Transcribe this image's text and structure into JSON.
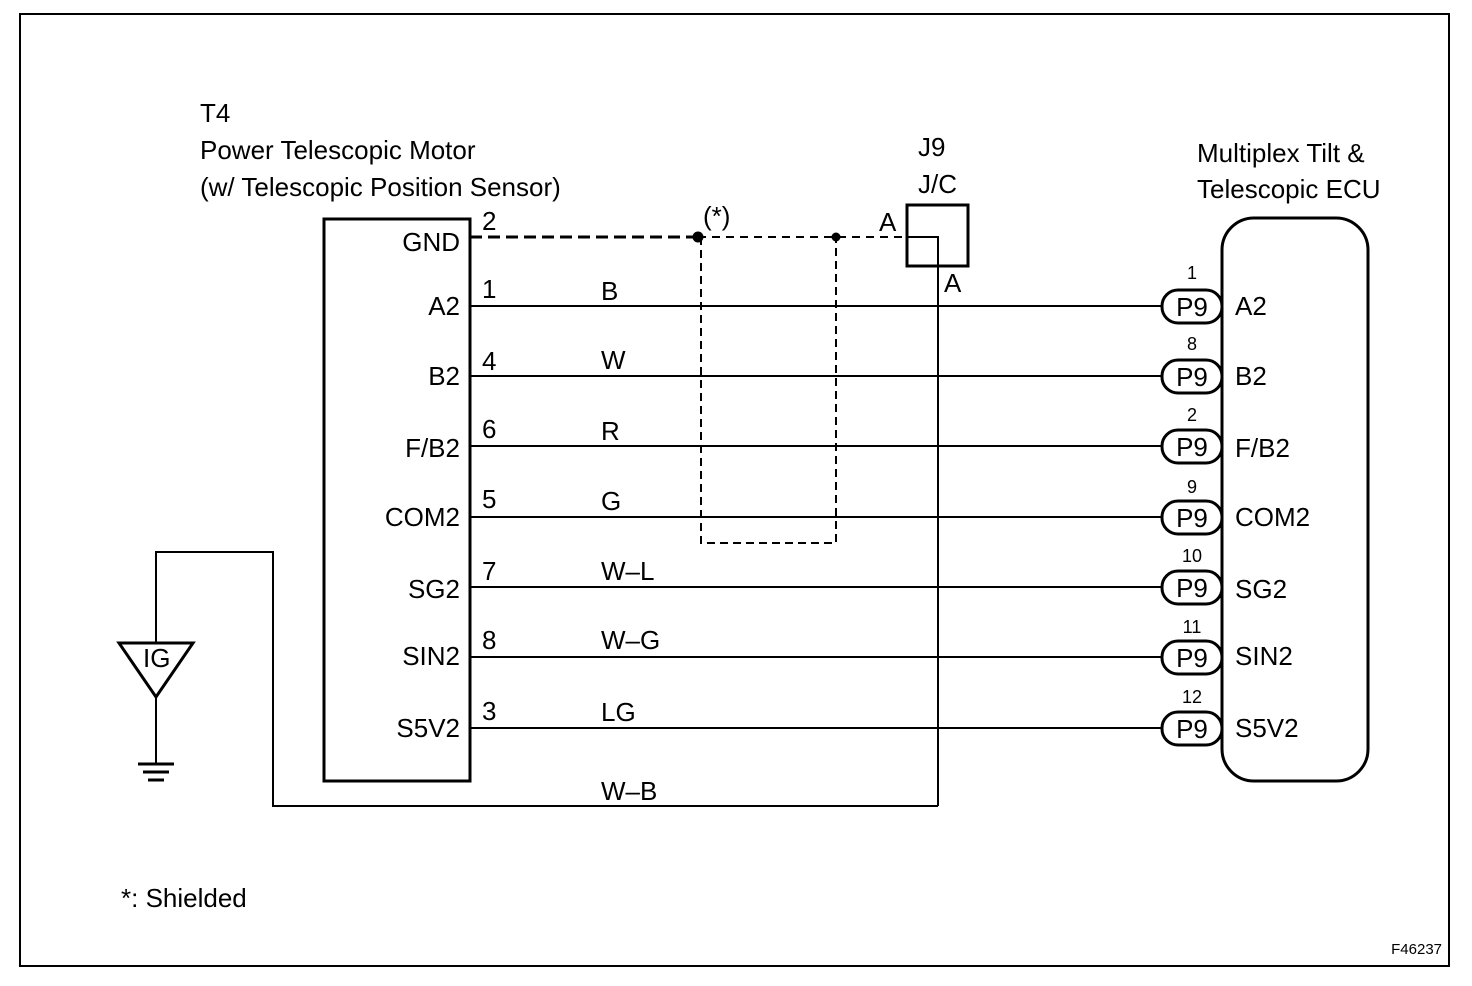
{
  "motor": {
    "ref": "T4",
    "name": "Power Telescopic Motor",
    "subtitle": "(w/ Telescopic Position Sensor)",
    "terminals": [
      {
        "name": "GND",
        "pin": "2",
        "color": ""
      },
      {
        "name": "A2",
        "pin": "1",
        "color": "B"
      },
      {
        "name": "B2",
        "pin": "4",
        "color": "W"
      },
      {
        "name": "F/B2",
        "pin": "6",
        "color": "R"
      },
      {
        "name": "COM2",
        "pin": "5",
        "color": "G"
      },
      {
        "name": "SG2",
        "pin": "7",
        "color": "W–L"
      },
      {
        "name": "SIN2",
        "pin": "8",
        "color": "W–G"
      },
      {
        "name": "S5V2",
        "pin": "3",
        "color": "LG"
      }
    ]
  },
  "junction": {
    "ref": "J9",
    "name": "J/C",
    "in_label": "A",
    "out_label": "A"
  },
  "shield": {
    "mark": "(*)"
  },
  "ecu": {
    "name_line1": "Multiplex Tilt &",
    "name_line2": "Telescopic ECU",
    "connector": "P9",
    "terminals": [
      {
        "name": "A2",
        "pin": "1"
      },
      {
        "name": "B2",
        "pin": "8"
      },
      {
        "name": "F/B2",
        "pin": "2"
      },
      {
        "name": "COM2",
        "pin": "9"
      },
      {
        "name": "SG2",
        "pin": "10"
      },
      {
        "name": "SIN2",
        "pin": "11"
      },
      {
        "name": "S5V2",
        "pin": "12"
      }
    ]
  },
  "ground_wire": {
    "color": "W–B"
  },
  "ig": {
    "label": "IG"
  },
  "note": "*: Shielded",
  "figure_id": "F46237"
}
